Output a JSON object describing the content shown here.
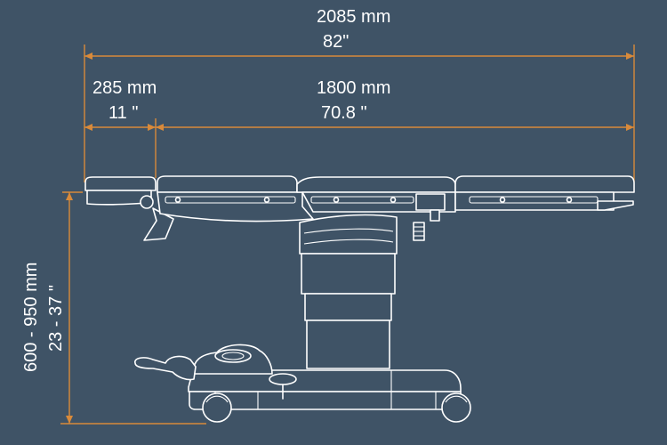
{
  "dimensions": {
    "total_length_mm": "2085 mm",
    "total_length_in": "82\"",
    "head_section_mm": "285 mm",
    "head_section_in": "11 \"",
    "table_top_mm": "1800 mm",
    "table_top_in": "70.8 \"",
    "height_range_mm": "600 - 950 mm",
    "height_range_in": "23 - 37 \""
  },
  "colors": {
    "background": "#3f5366",
    "dimension_line": "#d98a3a",
    "outline": "#ffffff",
    "label_text": "#ffffff"
  }
}
